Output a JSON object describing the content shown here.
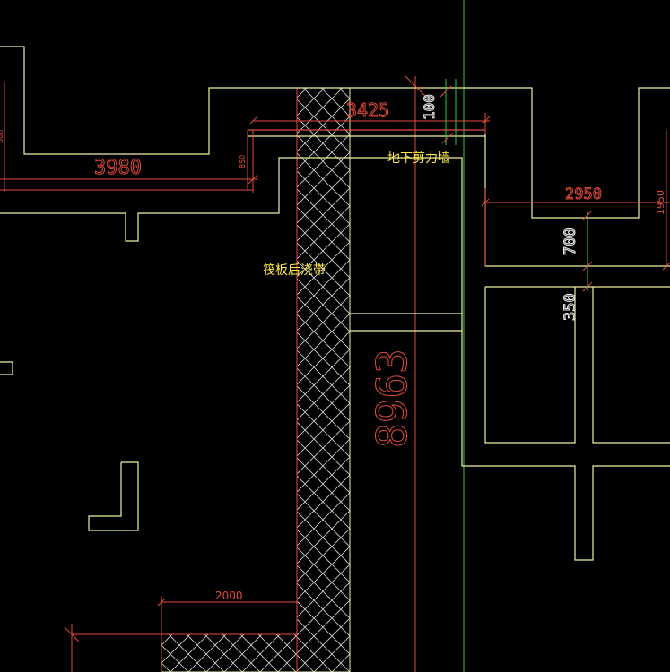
{
  "colors": {
    "background": "#000000",
    "wall_outline": "#f0f0a0",
    "dimension": "#e34a3a",
    "label": "#ffe94a",
    "hatch": "#ffffff",
    "axis": "#22cc44"
  },
  "labels": {
    "shear_wall": "地下剪力墙",
    "post_pour_strip": "筏板后浇带"
  },
  "dimensions": {
    "d3980": "3980",
    "d3425": "3425",
    "d100": "100",
    "d2950": "2950",
    "d1950": "1950",
    "d700": "700",
    "d350": "350",
    "d8963": "8963",
    "d2000": "2000",
    "d850": "850",
    "d_left_edge": "600"
  }
}
